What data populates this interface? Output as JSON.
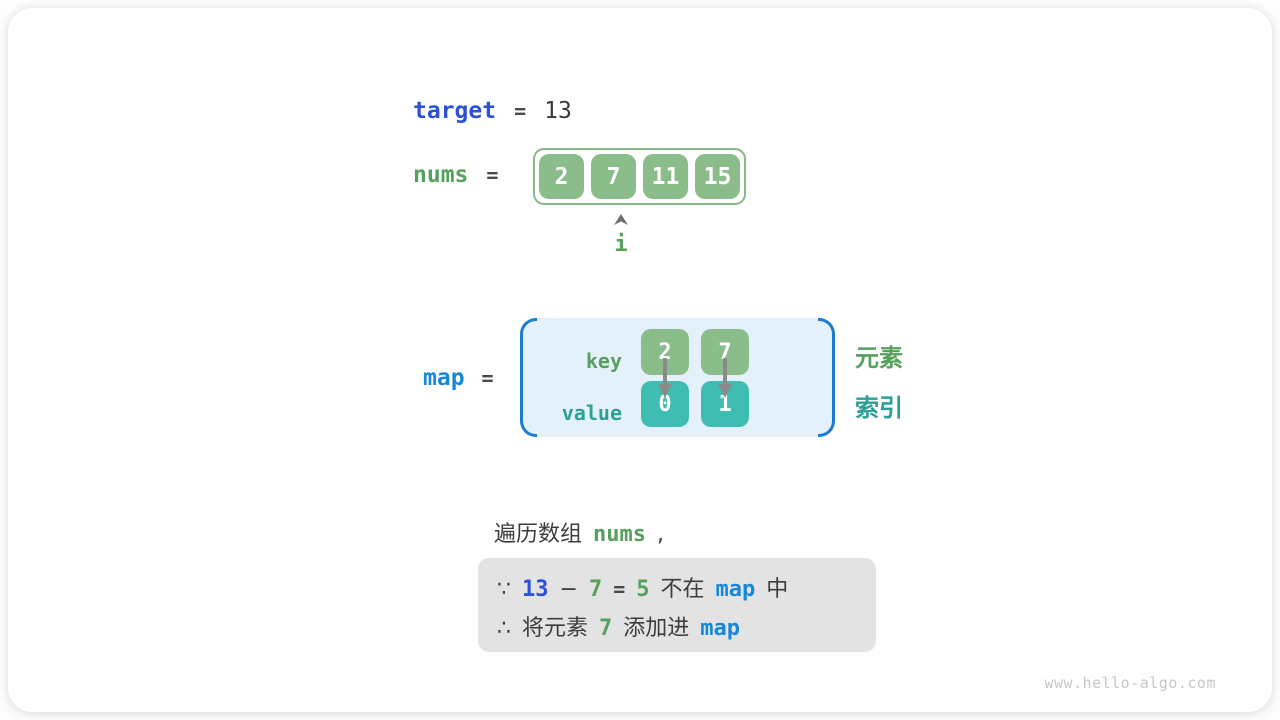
{
  "colors": {
    "indigo_keyword": "#2d51d6",
    "green_keyword": "#56a05e",
    "blue_keyword": "#1787d8",
    "teal_keyword": "#2aa096",
    "array_cell_green": "#8bbd8b",
    "array_border_green": "#85ba86",
    "map_value_teal": "#3fbdb3",
    "map_box_fill": "#e4f1fa",
    "map_bracket_blue": "#1c7cd4",
    "note_box_gray": "#e3e3e3",
    "arrow_gray": "#8a8a8a",
    "text_dark": "#3d3d3d"
  },
  "target_line": {
    "keyword": "target",
    "equals": "=",
    "value": "13"
  },
  "nums_line": {
    "keyword": "nums",
    "equals": "=",
    "cells": [
      "2",
      "7",
      "11",
      "15"
    ],
    "pointer_label": "i"
  },
  "map_section": {
    "keyword": "map",
    "equals": "=",
    "key_row_label": "key",
    "value_row_label": "value",
    "keys": [
      "2",
      "7"
    ],
    "values": [
      "0",
      "1"
    ],
    "element_label": "元素",
    "index_label": "索引"
  },
  "caption": {
    "text": "遍历数组",
    "code": "nums",
    "comma": ","
  },
  "note_box": {
    "line1": {
      "symbol": "∵",
      "target_value": "13",
      "minus": "−",
      "element_value": "7",
      "equals": "=",
      "difference_value": "5",
      "text_not_in": "不在",
      "map_keyword": "map",
      "text_in": "中"
    },
    "line2": {
      "symbol": "∴",
      "text_will_element": "将元素",
      "element_value": "7",
      "text_add_into": "添加进",
      "map_keyword": "map"
    }
  },
  "watermark": "www.hello-algo.com"
}
